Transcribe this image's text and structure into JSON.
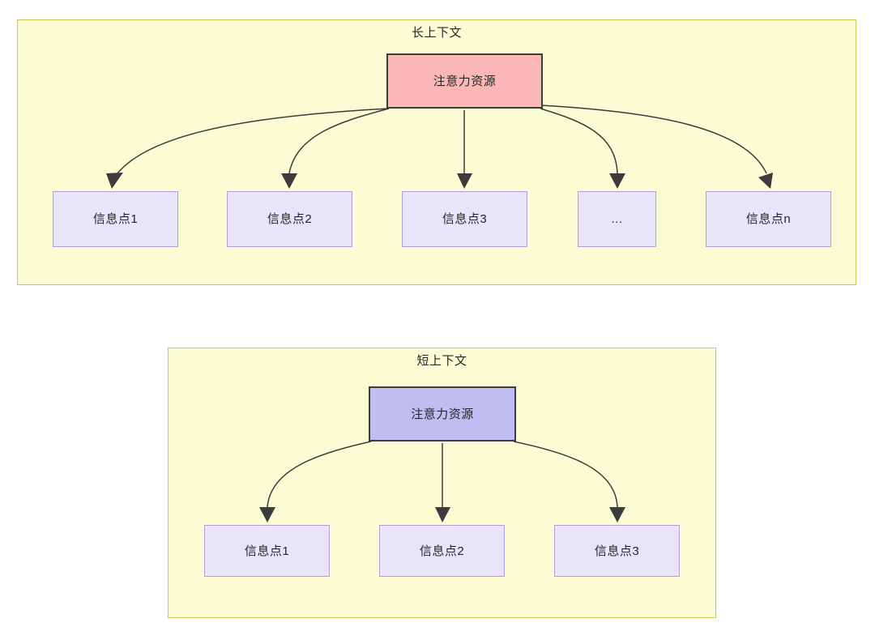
{
  "diagram": {
    "type": "two-panel attention allocation diagram",
    "panels": [
      {
        "id": "long-context",
        "title": "长上下文",
        "parent": {
          "label": "注意力资源",
          "fill": "#fbb6b6",
          "border": "#3c3c3c"
        },
        "children": [
          {
            "label": "信息点1"
          },
          {
            "label": "信息点2"
          },
          {
            "label": "信息点3"
          },
          {
            "label": "..."
          },
          {
            "label": "信息点n"
          }
        ]
      },
      {
        "id": "short-context",
        "title": "短上下文",
        "parent": {
          "label": "注意力资源",
          "fill": "#bfbdf2",
          "border": "#3c3c3c"
        },
        "children": [
          {
            "label": "信息点1"
          },
          {
            "label": "信息点2"
          },
          {
            "label": "信息点3"
          }
        ]
      }
    ],
    "colors": {
      "container_fill": "#fcfcd4",
      "container_border": "#c9c94a",
      "leaf_fill": "#e8e4fb",
      "leaf_border": "#b39ddb",
      "edge": "#3c3c3c",
      "text": "#262626",
      "page_background": "#ffffff"
    }
  }
}
